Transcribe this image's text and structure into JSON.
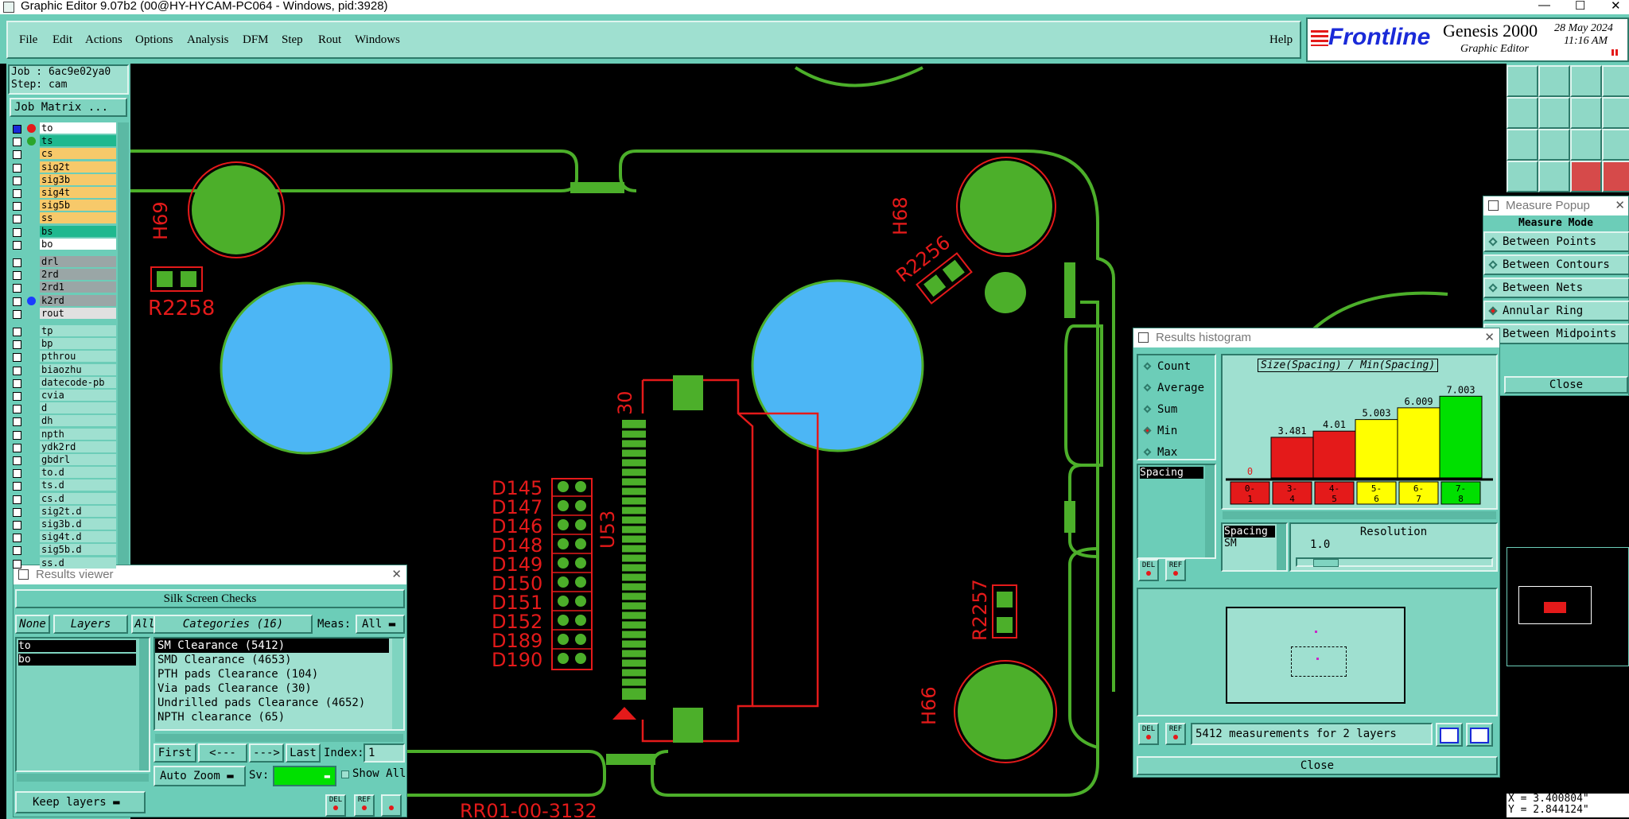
{
  "window": {
    "title": "Graphic Editor 9.07b2 (00@HY-HYCAM-PC064 - Windows, pid:3928)",
    "minimize": "—",
    "maximize": "☐",
    "close": "✕"
  },
  "menu": {
    "items": [
      "File",
      "Edit",
      "Actions",
      "Options",
      "Analysis",
      "DFM",
      "Step",
      "Rout",
      "Windows"
    ],
    "help": "Help"
  },
  "brand": {
    "logo": "Frontline",
    "product": "Genesis 2000",
    "subtitle": "Graphic Editor",
    "date": "28 May 2024",
    "time": "11:16 AM"
  },
  "job": {
    "job_label": "Job : 6ac9e02ya0",
    "step_label": "Step: cam",
    "matrix_button": "Job Matrix ..."
  },
  "layers": [
    {
      "name": "to",
      "color": "#ffffff",
      "dot": "#e41a1a",
      "checked": true
    },
    {
      "name": "ts",
      "color": "#1fb88f",
      "dot": "#2aa52a"
    },
    {
      "name": "cs",
      "color": "#f7c96a"
    },
    {
      "name": "sig2t",
      "color": "#f7c96a"
    },
    {
      "name": "sig3b",
      "color": "#f7c96a"
    },
    {
      "name": "sig4t",
      "color": "#f7c96a"
    },
    {
      "name": "sig5b",
      "color": "#f7c96a"
    },
    {
      "name": "ss",
      "color": "#f7c96a"
    },
    {
      "name": "bs",
      "color": "#1fb88f"
    },
    {
      "name": "bo",
      "color": "#ffffff"
    },
    {
      "name": "drl",
      "color": "#9aa6a6"
    },
    {
      "name": "2rd",
      "color": "#9aa6a6"
    },
    {
      "name": "2rd1",
      "color": "#9aa6a6"
    },
    {
      "name": "k2rd",
      "color": "#9aa6a6",
      "dot": "#1a3cff"
    },
    {
      "name": "rout",
      "color": "#e0e0e0"
    },
    {
      "name": "tp",
      "color": "#9fe0d0"
    },
    {
      "name": "bp",
      "color": "#9fe0d0"
    },
    {
      "name": "pthrou",
      "color": "#9fe0d0"
    },
    {
      "name": "biaozhu",
      "color": "#9fe0d0"
    },
    {
      "name": "datecode-pb",
      "color": "#9fe0d0"
    },
    {
      "name": "cvia",
      "color": "#9fe0d0"
    },
    {
      "name": "d",
      "color": "#9fe0d0"
    },
    {
      "name": "dh",
      "color": "#9fe0d0"
    },
    {
      "name": "npth",
      "color": "#9fe0d0"
    },
    {
      "name": "ydk2rd",
      "color": "#9fe0d0"
    },
    {
      "name": "gbdrl",
      "color": "#9fe0d0"
    },
    {
      "name": "to.d",
      "color": "#9fe0d0"
    },
    {
      "name": "ts.d",
      "color": "#9fe0d0"
    },
    {
      "name": "cs.d",
      "color": "#9fe0d0"
    },
    {
      "name": "sig2t.d",
      "color": "#9fe0d0"
    },
    {
      "name": "sig3b.d",
      "color": "#9fe0d0"
    },
    {
      "name": "sig4t.d",
      "color": "#9fe0d0"
    },
    {
      "name": "sig5b.d",
      "color": "#9fe0d0"
    },
    {
      "name": "ss.d",
      "color": "#9fe0d0"
    }
  ],
  "pcb_labels": [
    "H69",
    "R2258",
    "H68",
    "R2256",
    "30",
    "U53",
    "D145",
    "D147",
    "D146",
    "D148",
    "D149",
    "D150",
    "D151",
    "D152",
    "D189",
    "D190",
    "R2257",
    "H66",
    "RR01-00-3132"
  ],
  "results_viewer": {
    "title": "Results viewer",
    "header": "Silk Screen Checks",
    "none_btn": "None",
    "layers_btn": "Layers",
    "all_btn": "All",
    "layers": [
      "to",
      "bo"
    ],
    "categories_label": "Categories (16)",
    "meas_label": "Meas:",
    "meas_value": "All",
    "categories": [
      "SM Clearance (5412)",
      "SMD Clearance (4653)",
      "PTH pads Clearance (104)",
      "Via pads Clearance (30)",
      "Undrilled pads Clearance (4652)",
      "NPTH clearance (65)"
    ],
    "first_btn": "First",
    "prev_btn": "<---",
    "next_btn": "--->",
    "last_btn": "Last",
    "index_label": "Index:",
    "index_value": "1",
    "auto_zoom": "Auto Zoom",
    "sv_label": "Sv:",
    "show_all": "Show All",
    "keep_layers": "Keep layers"
  },
  "histogram": {
    "title": "Results histogram",
    "options": [
      "Count",
      "Average",
      "Sum",
      "Min",
      "Max"
    ],
    "selected_option": "Min",
    "list_title": "Spacing",
    "header": "Size(Spacing) / Min(Spacing)",
    "del_btn": "DEL",
    "ref_btn": "REF",
    "spacing_label": "Spacing",
    "sm_label": "SM",
    "resolution_label": "Resolution",
    "resolution_value": "1.0",
    "status": "5412 measurements for 2 layers",
    "close_btn": "Close"
  },
  "chart_data": {
    "type": "bar",
    "title": "Size(Spacing) / Min(Spacing)",
    "categories": [
      "0-1",
      "3-4",
      "4-5",
      "5-6",
      "6-7",
      "7-8"
    ],
    "values": [
      0,
      3.481,
      4.01,
      5.003,
      6.009,
      7.003
    ],
    "value_labels": [
      "0",
      "3.481",
      "4.01",
      "5.003",
      "6.009",
      "7.003"
    ],
    "colors": [
      "#e41a1a",
      "#e41a1a",
      "#e41a1a",
      "#ffff00",
      "#ffff00",
      "#00e000"
    ],
    "ylim": [
      0,
      7.5
    ]
  },
  "measure_popup": {
    "title": "Measure Popup",
    "mode_label": "Measure Mode",
    "modes": [
      "Between Points",
      "Between Contours",
      "Between Nets",
      "Annular Ring",
      "Between Midpoints"
    ],
    "selected_mode": "Annular Ring",
    "close_btn": "Close"
  },
  "coords": {
    "x": "X = 3.400804\"",
    "y": "Y = 2.844124\""
  }
}
